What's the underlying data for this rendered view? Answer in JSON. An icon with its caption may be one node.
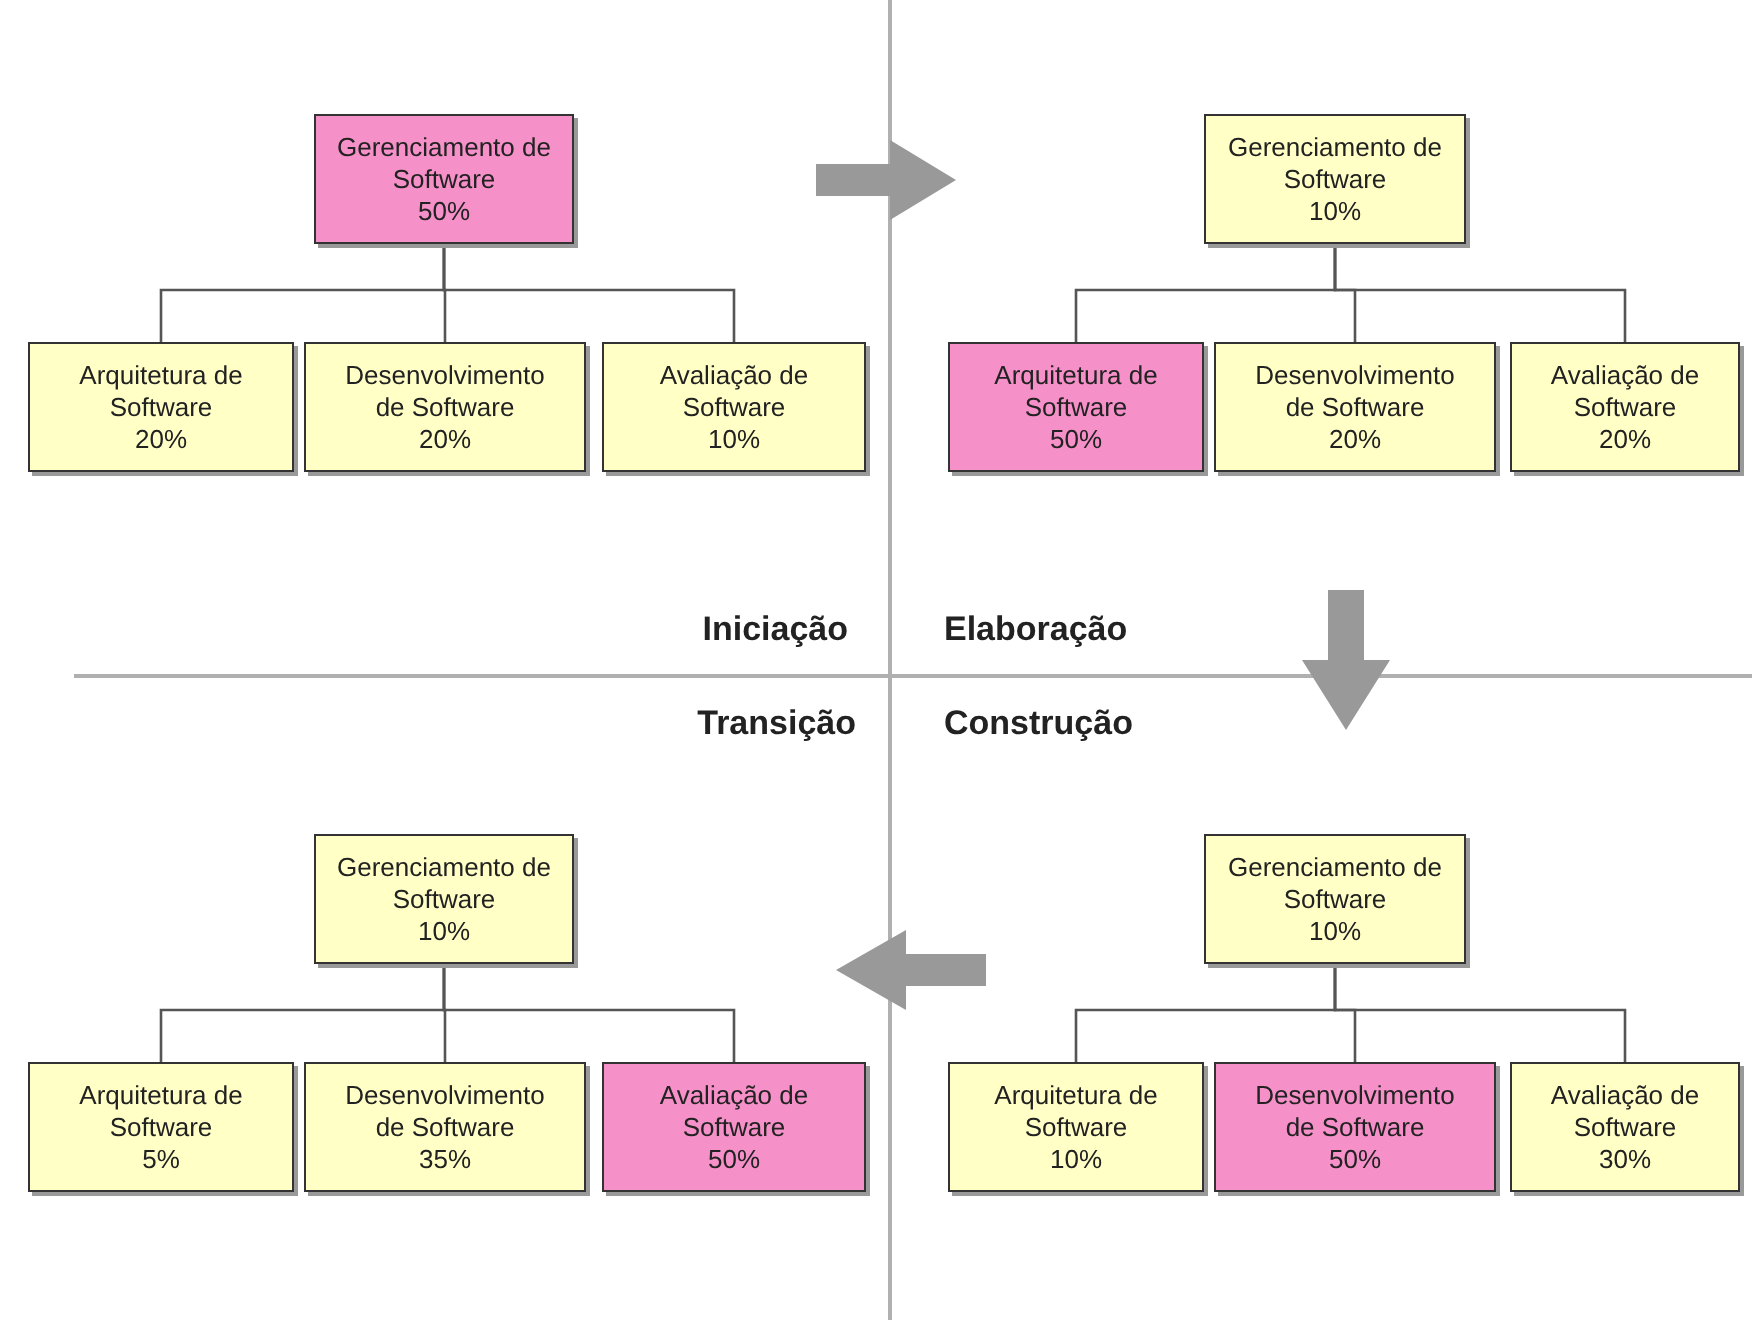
{
  "diagram": {
    "nodes": [
      {
        "text": [
          "Gerenciamento de Software",
          "50%"
        ]
      },
      {
        "text": [
          "Arquitetura de Software",
          "20%"
        ]
      },
      {
        "text": [
          "Desenvolvimento de Software",
          "20%"
        ]
      },
      {
        "text": [
          "Avaliação de Software",
          "10%"
        ]
      },
      {
        "text": [
          "Gerenciamento de Software",
          "10%"
        ]
      },
      {
        "text": [
          "Arquitetura de Software",
          "50%"
        ]
      },
      {
        "text": [
          "Desenvolvimento de Software",
          "20%"
        ]
      },
      {
        "text": [
          "Avaliação de Software",
          "20%"
        ]
      },
      {
        "text": [
          "Gerenciamento de Software",
          "10%"
        ]
      },
      {
        "text": [
          "Arquitetura de Software",
          "5%"
        ]
      },
      {
        "text": [
          "Desenvolvimento de Software",
          "35%"
        ]
      },
      {
        "text": [
          "Avaliação de Software",
          "50%"
        ]
      },
      {
        "text": [
          "Gerenciamento de Software",
          "10%"
        ]
      },
      {
        "text": [
          "Arquitetura de Software",
          "10%"
        ]
      },
      {
        "text": [
          "Desenvolvimento de Software",
          "50%"
        ]
      },
      {
        "text": [
          "Avaliação de Software",
          "30%"
        ]
      }
    ],
    "edges": [
      {
        "from": 0,
        "to": 1,
        "arrow": "none"
      },
      {
        "from": 0,
        "to": 2,
        "arrow": "none"
      },
      {
        "from": 0,
        "to": 3,
        "arrow": "none"
      },
      {
        "from": 4,
        "to": 5,
        "arrow": "none"
      },
      {
        "from": 4,
        "to": 6,
        "arrow": "none"
      },
      {
        "from": 4,
        "to": 7,
        "arrow": "none"
      },
      {
        "from": 8,
        "to": 9,
        "arrow": "none"
      },
      {
        "from": 8,
        "to": 10,
        "arrow": "none"
      },
      {
        "from": 8,
        "to": 11,
        "arrow": "none"
      },
      {
        "from": 12,
        "to": 13,
        "arrow": "none"
      },
      {
        "from": 12,
        "to": 14,
        "arrow": "none"
      },
      {
        "from": 12,
        "to": 15,
        "arrow": "none"
      }
    ],
    "labels": [
      "Iniciação",
      "Elaboração",
      "Transição",
      "Construção"
    ]
  }
}
